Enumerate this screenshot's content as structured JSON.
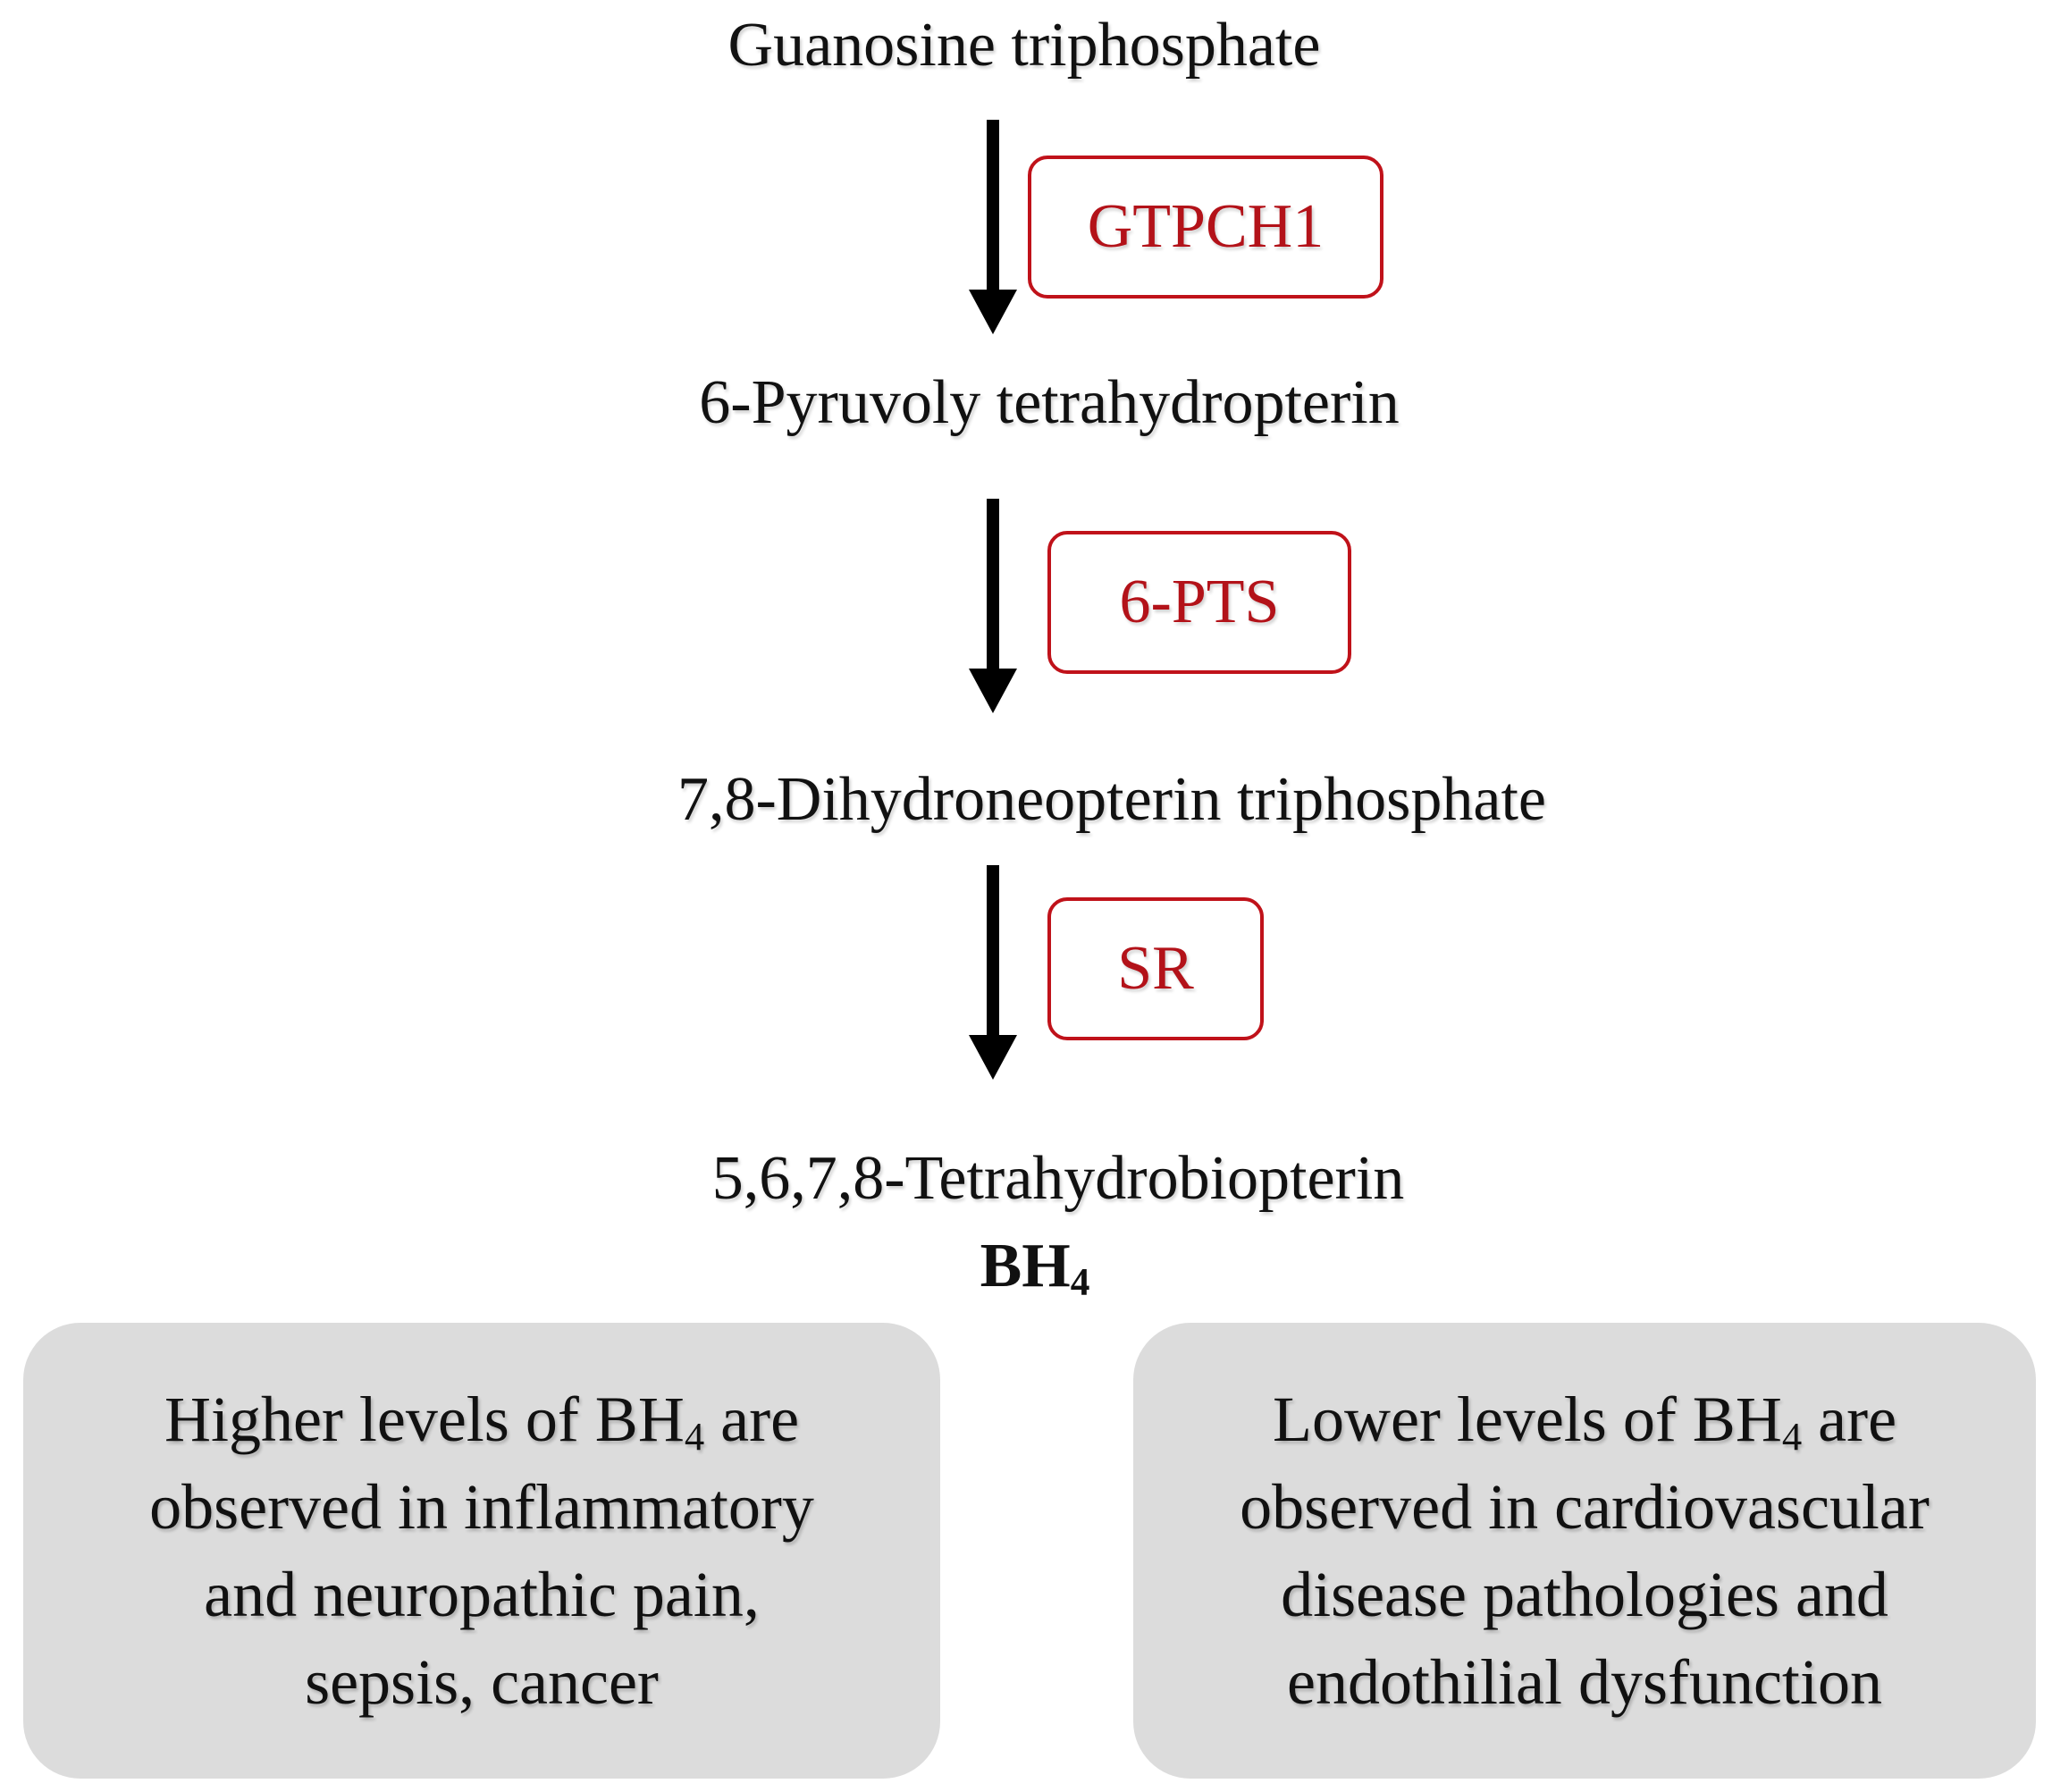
{
  "pathway": {
    "compounds": [
      "Guanosine triphosphate",
      "6-Pyruvoly tetrahydropterin",
      "7,8-Dihydroneopterin triphosphate",
      "5,6,7,8-Tetrahydrobiopterin"
    ],
    "enzymes": [
      "GTPCH1",
      "6-PTS",
      "SR"
    ],
    "product_abbrev": {
      "main": "BH",
      "sub": "4"
    }
  },
  "panels": {
    "higher": {
      "lines": [
        "Higher levels of BH",
        "4",
        " are",
        "observed in inflammatory",
        "and neuropathic pain,",
        "sepsis, cancer"
      ]
    },
    "lower": {
      "lines": [
        "Lower levels of BH",
        "4",
        " are",
        "observed in cardiovascular",
        "disease pathologies and",
        "endothilial dysfunction"
      ]
    }
  },
  "colors": {
    "enzyme_red": "#b31219",
    "panel_gray": "#dcdcdc",
    "arrow": "#000000"
  }
}
